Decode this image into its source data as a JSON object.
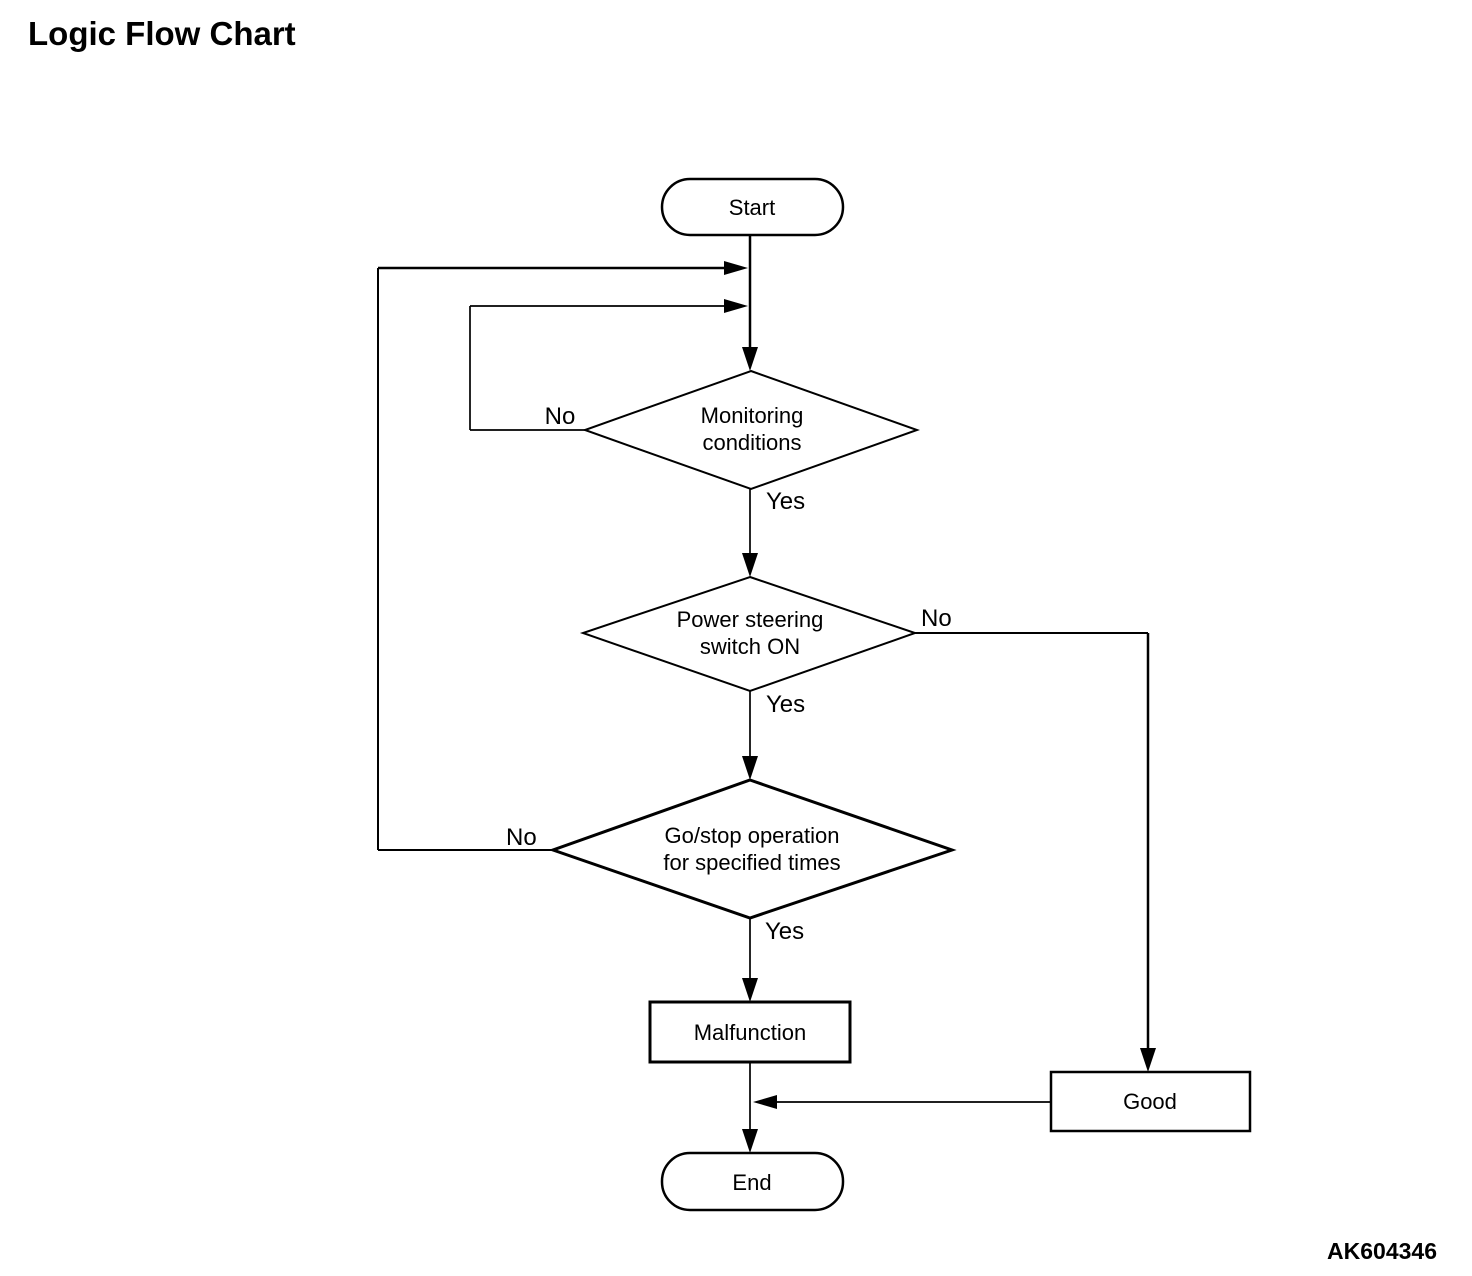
{
  "page": {
    "title": "Logic Flow Chart",
    "figure_code": "AK604346"
  },
  "colors": {
    "background": "#ffffff",
    "line": "#000000",
    "text": "#000000"
  },
  "flowchart": {
    "terminals": {
      "start": {
        "label": "Start"
      },
      "end": {
        "label": "End"
      }
    },
    "decisions": [
      {
        "name": "monitoring-conditions",
        "line1": "Monitoring",
        "line2": "conditions",
        "no_label": "No",
        "yes_label": "Yes"
      },
      {
        "name": "power-steering-switch",
        "line1": "Power steering",
        "line2": "switch ON",
        "no_label": "No",
        "yes_label": "Yes"
      },
      {
        "name": "go-stop-operation",
        "line1": "Go/stop operation",
        "line2": "for specified times",
        "no_label": "No",
        "yes_label": "Yes"
      }
    ],
    "processes": {
      "malfunction": {
        "label": "Malfunction"
      },
      "good": {
        "label": "Good"
      }
    }
  }
}
